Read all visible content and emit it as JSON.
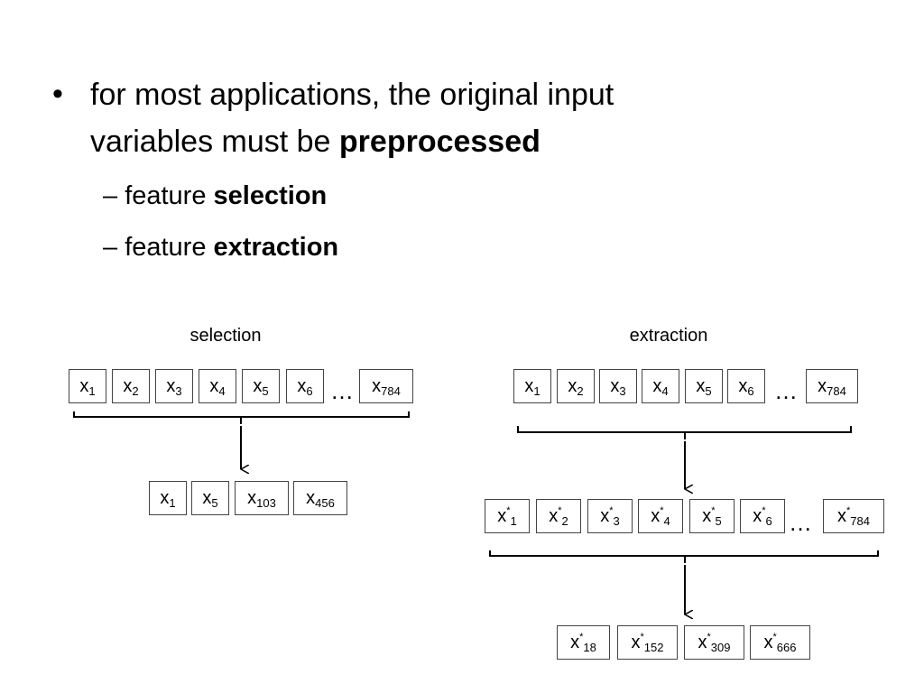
{
  "slide": {
    "bullet_dot": "•",
    "bullet_line1": "for most applications, the original input",
    "bullet_line2_prefix": "variables must be ",
    "bullet_line2_bold": "preprocessed",
    "sub_items": [
      {
        "dash": "– ",
        "prefix": "feature ",
        "bold": "selection"
      },
      {
        "dash": "– ",
        "prefix": "feature ",
        "bold": "extraction"
      }
    ]
  },
  "selection": {
    "caption": "selection",
    "ellipsis": "…",
    "input_vars": [
      {
        "base": "x",
        "sub": "1"
      },
      {
        "base": "x",
        "sub": "2"
      },
      {
        "base": "x",
        "sub": "3"
      },
      {
        "base": "x",
        "sub": "4"
      },
      {
        "base": "x",
        "sub": "5"
      },
      {
        "base": "x",
        "sub": "6"
      },
      {
        "base": "x",
        "sub": "784"
      }
    ],
    "output_vars": [
      {
        "base": "x",
        "sub": "1"
      },
      {
        "base": "x",
        "sub": "5"
      },
      {
        "base": "x",
        "sub": "103"
      },
      {
        "base": "x",
        "sub": "456"
      }
    ]
  },
  "extraction": {
    "caption": "extraction",
    "ellipsis": "…",
    "input_vars": [
      {
        "base": "x",
        "sub": "1"
      },
      {
        "base": "x",
        "sub": "2"
      },
      {
        "base": "x",
        "sub": "3"
      },
      {
        "base": "x",
        "sub": "4"
      },
      {
        "base": "x",
        "sub": "5"
      },
      {
        "base": "x",
        "sub": "6"
      },
      {
        "base": "x",
        "sub": "784"
      }
    ],
    "features": [
      {
        "base": "x",
        "sup": "*",
        "sub": "1"
      },
      {
        "base": "x",
        "sup": "*",
        "sub": "2"
      },
      {
        "base": "x",
        "sup": "*",
        "sub": "3"
      },
      {
        "base": "x",
        "sup": "*",
        "sub": "4"
      },
      {
        "base": "x",
        "sup": "*",
        "sub": "5"
      },
      {
        "base": "x",
        "sup": "*",
        "sub": "6"
      },
      {
        "base": "x",
        "sup": "*",
        "sub": "784"
      }
    ],
    "output_vars": [
      {
        "base": "x",
        "sup": "*",
        "sub": "18"
      },
      {
        "base": "x",
        "sup": "*",
        "sub": "152"
      },
      {
        "base": "x",
        "sup": "*",
        "sub": "309"
      },
      {
        "base": "x",
        "sup": "*",
        "sub": "666"
      }
    ]
  }
}
